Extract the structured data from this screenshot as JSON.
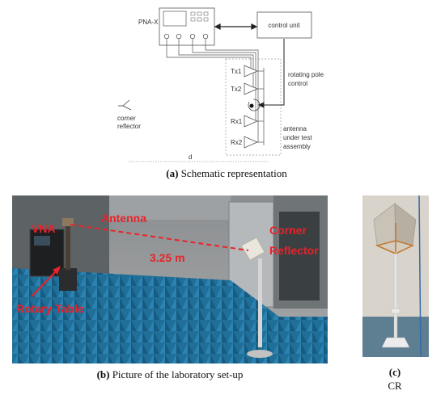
{
  "panel_a": {
    "pna_label": "PNA-X",
    "control_unit_label": "control unit",
    "rotating_pole_line1": "rotating pole",
    "rotating_pole_line2": "control",
    "port_tx1": "Tx1",
    "port_tx2": "Tx2",
    "port_rx1": "Rx1",
    "port_rx2": "Rx2",
    "corner_reflector_line1": "corner",
    "corner_reflector_line2": "reflector",
    "aut_line1": "antenna",
    "aut_line2": "under test",
    "aut_line3": "assembly",
    "distance_label": "d",
    "caption_tag": "(a)",
    "caption_text": " Schematic representation"
  },
  "panel_b": {
    "label_vna": "VNA",
    "label_antenna": "Antenna",
    "label_distance": "3.25 m",
    "label_corner": "Corner",
    "label_reflector": "Reflector",
    "label_rotary": "Rotary Table",
    "caption_tag": "(b)",
    "caption_text": " Picture of the laboratory set-up"
  },
  "panel_c": {
    "caption_tag": "(c)",
    "caption_text": "CR"
  },
  "colors": {
    "annotation_red": "#e8232a",
    "absorber_blue": "#1f6f98"
  }
}
